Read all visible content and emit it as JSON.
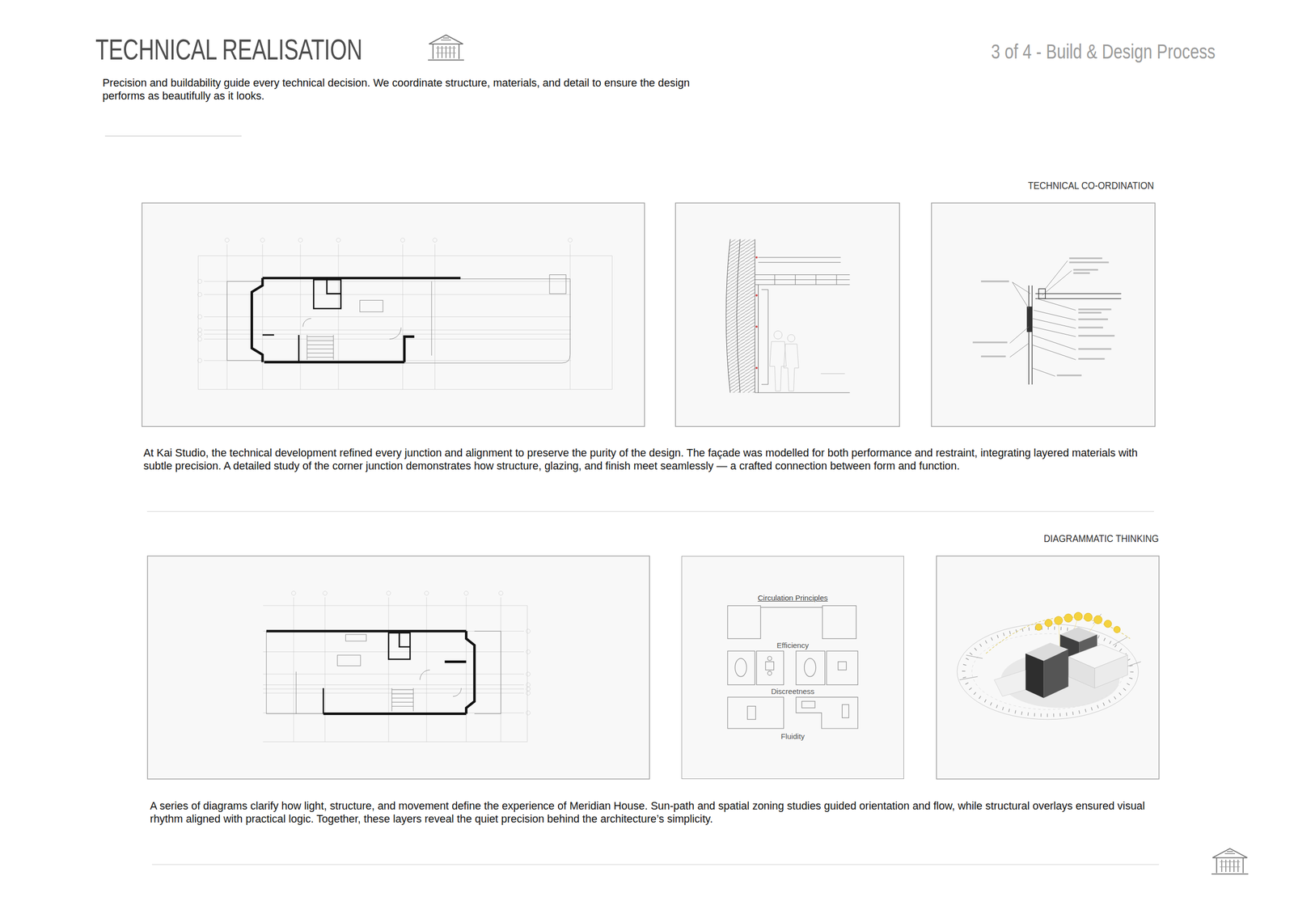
{
  "diagram": {
    "title": "TECHNICAL REALISATION",
    "nodes": [
      {
        "text": [
          "Circulation Principles",
          "Efficiency",
          "Discreetness",
          "Fluidity"
        ]
      }
    ],
    "labels": [
      "3 of 4 - Build & Design Process",
      "Precision and buildability guide every technical decision. We coordinate structure, materials, and detail to ensure the design performs as beautifully as it looks.",
      "TECHNICAL CO-ORDINATION",
      "At Kai Studio, the technical development refined every junction and alignment to preserve the purity of the design. The façade was modelled for both performance and restraint, integrating layered materials with subtle precision. A detailed study of the corner junction demonstrates how structure, glazing, and finish meet seamlessly — a crafted connection between form and function.",
      "DIAGRAMMATIC THINKING",
      "A series of diagrams clarify how light, structure, and movement define the experience of Meridian House. Sun-path and spatial zoning studies guided orientation and flow, while structural overlays ensured visual rhythm aligned with practical logic. Together, these layers reveal the quiet precision behind the architecture’s simplicity."
    ]
  }
}
